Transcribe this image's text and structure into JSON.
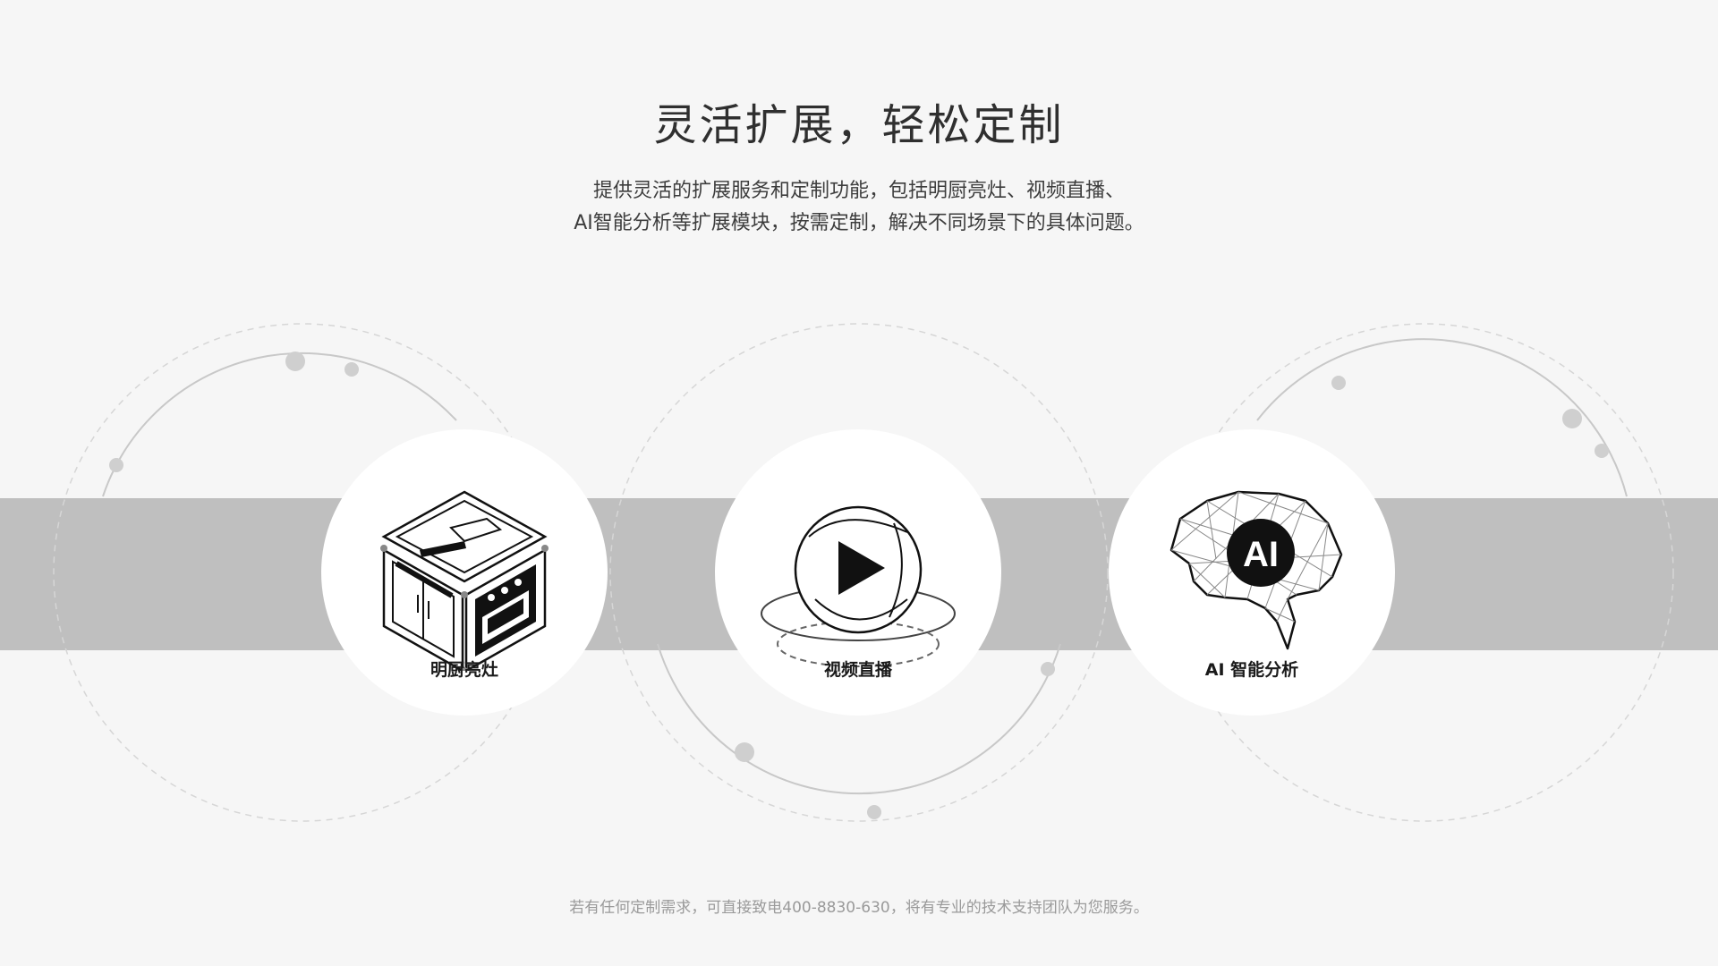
{
  "header": {
    "title": "灵活扩展，轻松定制",
    "description_line1": "提供灵活的扩展服务和定制功能，包括明厨亮灶、视频直播、",
    "description_line2": "AI智能分析等扩展模块，按需定制，解决不同场景下的具体问题。"
  },
  "features": [
    {
      "label": "明厨亮灶",
      "icon": "kitchen-cube-icon"
    },
    {
      "label": "视频直播",
      "icon": "video-play-icon"
    },
    {
      "label": "AI 智能分析",
      "icon": "ai-brain-icon"
    }
  ],
  "footer": {
    "text": "若有任何定制需求，可直接致电400-8830-630，将有专业的技术支持团队为您服务。"
  },
  "colors": {
    "background": "#f6f6f6",
    "band": "#bfbfbf",
    "card": "#ffffff",
    "orbit": "#cccccc",
    "text_dark": "#2f2f2f",
    "text_muted": "#9a9a9a"
  }
}
